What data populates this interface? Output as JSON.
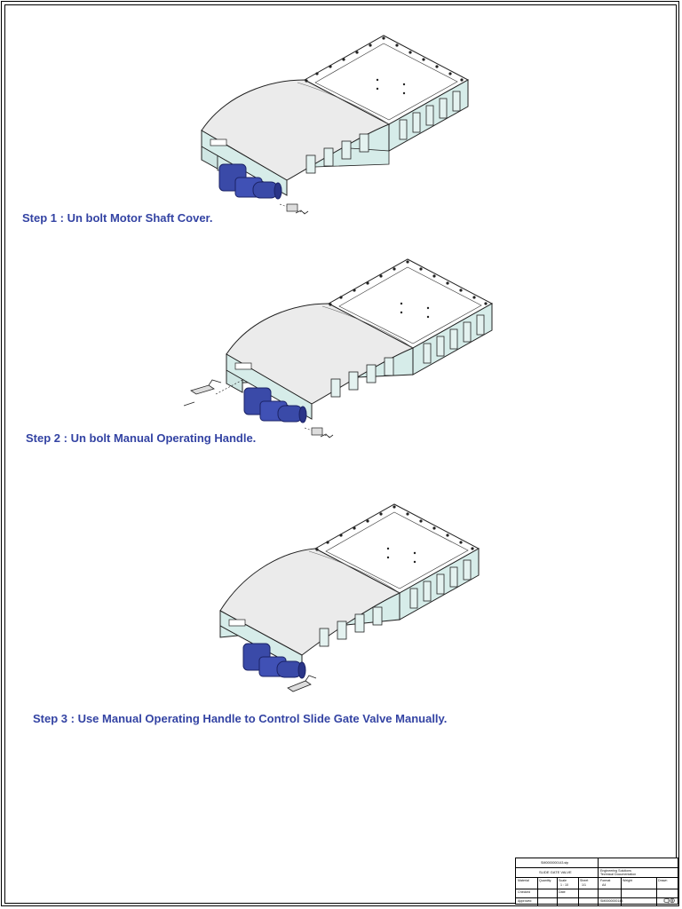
{
  "steps": [
    {
      "label": "Step 1 : Un bolt Motor Shaft Cover."
    },
    {
      "label": "Step 2 : Un bolt Manual Operating Handle."
    },
    {
      "label": "Step 3 : Use Manual Operating Handle to Control Slide Gate Valve Manually."
    }
  ],
  "title_block": {
    "file_name": "SM0000000143.stp",
    "title": "SLIDE GATE VALVE",
    "company_line1": "Engineering Solutions",
    "company_line2": "Technical Documentation",
    "rows": [
      "Material",
      "Quantity",
      "Scale",
      "Sheet",
      "Format",
      "Weight",
      "Drawn",
      "Checked",
      "Approved",
      "Date"
    ],
    "scale": "1 : 10",
    "sheet": "1/1",
    "format": "A4",
    "drawing_number": "SM0000000143"
  },
  "colors": {
    "step_text": "#3343a3",
    "motor_blue": "#3a4aa8",
    "housing_teal": "#d6ece9",
    "cover_gray": "#eaeaea"
  },
  "icons": [
    "slide-gate-valve-drawing",
    "gear-motor",
    "manual-operating-handle",
    "motor-shaft-cover",
    "bolt"
  ]
}
